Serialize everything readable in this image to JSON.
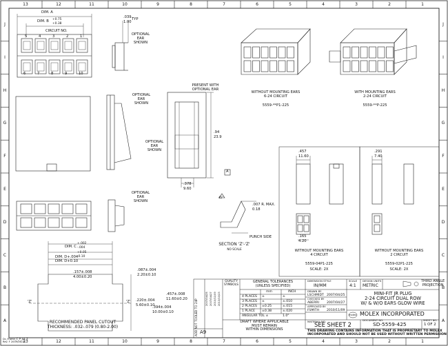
{
  "border": {
    "columns": [
      "13",
      "12",
      "11",
      "10",
      "9",
      "8",
      "7",
      "6",
      "5",
      "4",
      "3",
      "2",
      "1"
    ],
    "rows": [
      "J",
      "I",
      "H",
      "G",
      "F",
      "E",
      "D",
      "C",
      "B",
      "A"
    ]
  },
  "top_left": {
    "dim_a": "DIM. A",
    "dim_b": "DIM. B",
    "dim_b_tol_plus": "+0.75",
    "dim_b_tol_minus": "+0.38",
    "circuit_no": "CIRCUIT NO.",
    "typ_in": ".039",
    "typ": "TYP",
    "typ_mm": "1.00",
    "optional_ear": "OPTIONAL\nEAR\nSHOWN",
    "pin_top": [
      "1",
      "2",
      "3",
      "4",
      "5"
    ],
    "pin_bottom": [
      "6",
      "7",
      "8",
      "9",
      "10"
    ],
    "pin_row_nums": [
      "6",
      "7",
      "8",
      "9",
      "10"
    ]
  },
  "middle_left": {
    "optional_ear_shown": "OPTIONAL\nEAR\nSHOWN",
    "present_with": "PRESENT WITH\nOPTIONAL EAR",
    "optional_ear_mid": "OPTIONAL\nEAR\nSHOWN",
    "dim_94_in": ".94",
    "dim_94_mm": "23.9",
    "dim_378_in": ".378",
    "dim_378_mm": "9.60",
    "section_marker": "A"
  },
  "lower_left": {
    "optional_ear": "OPTIONAL\nEAR\nSHOWN",
    "dim_c": "DIM. C",
    "dim_c_plus": "+.002",
    "dim_c_minus": "-.004",
    "dim_c_mm_plus": "+0.05",
    "dim_c_mm_minus": "-0.10",
    "dim_d_in": "DIM. D+.004",
    "dim_d_mm": "DIM. D+0.10",
    "d157_in": ".157±.008",
    "d157_mm": "4.00±0.20",
    "d087_in": ".087±.004",
    "d087_mm": "2.20±0.10",
    "d220_in": ".220±.004",
    "d220_mm": "5.60±0.10",
    "d394_in": ".394±.004",
    "d394_mm": "10.00±0.10",
    "d457_in": ".457±.008",
    "d457_mm": "11.60±0.20",
    "z_label": "'Z'",
    "cutout_title": "RECOMMENDED PANEL CUTOUT",
    "thickness": "THICKNESS: .032-.079 (0.80-2.00)"
  },
  "section_view": {
    "r_max_in": ".007 R. MAX.",
    "r_max_mm": "0.18",
    "angle": "45°",
    "punch_side": "PUNCH SIDE",
    "section_title": "SECTION 'Z'-'Z'",
    "no_scale": "NO SCALE"
  },
  "top_right": {
    "without_ears": "WITHOUT MOUNTING EARS\n6-24 CIRCUIT",
    "without_ears_pn": "5559-**P1-225",
    "with_ears": "WITH MOUNTING EARS\n2-24 CIRCUIT",
    "with_ears_pn": "5559-**P-225"
  },
  "middle_right": {
    "d457_in": ".457",
    "d457_mm": "11.60",
    "d165_in": ".165",
    "d165_mm": "4.20",
    "d291_in": ".291",
    "d291_mm": "7.40",
    "four_circuit": "WITHOUT MOUNTING EARS\n4 CIRCUIT",
    "four_pn": "5559-04P1-225",
    "four_scale": "SCALE: 2X",
    "two_circuit": "WITHOUT MOUNTING EARS\n2 CIRCUIT",
    "two_pn": "5559-02P1-225",
    "two_scale": "SCALE: 2X"
  },
  "title_block": {
    "not_tooled": "AOD NOT TOOLED TO 24P",
    "revisions": [
      "2007/04/25",
      "2007/04/27",
      "2010/11/09",
      "2013/10/23"
    ],
    "sheet_rev": "A9",
    "quality_symbols": "QUALITY\nSYMBOLS",
    "general_tol": "GENERAL TOLERANCES\n(UNLESS SPECIFIED)",
    "mm": "mm",
    "inch": "INCH",
    "places": [
      {
        "label": "4 PLACES",
        "mm": "±",
        "inch": "±"
      },
      {
        "label": "3 PLACES",
        "mm": "±",
        "inch": "±.010"
      },
      {
        "label": "2 PLACES",
        "mm": "±0.25",
        "inch": "±.015"
      },
      {
        "label": "1 PLACE",
        "mm": "±0.38",
        "inch": "±.020"
      }
    ],
    "angular": "ANGULAR TOL ±",
    "angular_val": "1.0°",
    "draft": "DRAFT WHERE APPLICABLE\nMUST REMAIN\nWITHIN DIMENSIONS",
    "dimension_style_label": "DIMENSION STYLE",
    "dimension_style": "IN/MM",
    "scale_label": "SCALE",
    "scale": "4:1",
    "design_units_label": "DESIGN UNITS",
    "design_units": "METRIC",
    "third_angle": "THIRD ANGLE\nPROJECTION",
    "drawn_by_label": "DRAWN BY",
    "drawn_by": "LSCHMIDT",
    "drawn_date": "2007/04/25",
    "checked_label": "CHECKED BY",
    "checked_by": "ABERRI",
    "checked_date": "2007/04/27",
    "approved_label": "APPROVED BY",
    "approved_by": "FSMITH",
    "approved_date": "2010/11/09",
    "title": "MINI-FIT JR PLUG\n2-24 CIRCUIT DUAL ROW\nW/ & W/O EARS GLOW WIRE",
    "company": "MOLEX INCORPORATED",
    "material_label": "MATERIAL NO.",
    "material": "SEE SHEET 2",
    "document_label": "DOCUMENT NO.",
    "document": "SD-5559-425",
    "sheet_label": "SHEET NO.",
    "sheet": "1 OF 2",
    "notice": "THIS DRAWING CONTAINS INFORMATION THAT IS PROPRIETARY TO MOLEX\nINCORPORATED AND SHOULD NOT BE USED WITHOUT WRITTEN PERMISSION",
    "form_id": "Dc_Frame_C_P_A4_T\nRev. F 2009/06/18"
  }
}
